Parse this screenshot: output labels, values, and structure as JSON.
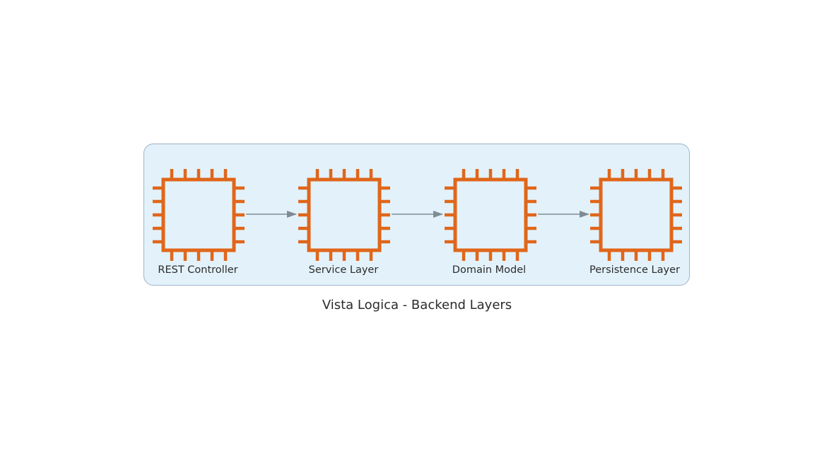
{
  "diagram": {
    "title": "Vista Logica - Backend Layers",
    "colors": {
      "icon_stroke": "#e0661b",
      "cluster_fill": "#e3f2fa",
      "cluster_border": "#9fb3c8",
      "edge": "#7f8c94"
    },
    "nodes": [
      {
        "id": "rest",
        "label": "REST Controller",
        "icon": "chip-icon"
      },
      {
        "id": "service",
        "label": "Service Layer",
        "icon": "chip-icon"
      },
      {
        "id": "domain",
        "label": "Domain Model",
        "icon": "chip-icon"
      },
      {
        "id": "persistence",
        "label": "Persistence Layer",
        "icon": "chip-icon"
      }
    ],
    "edges": [
      {
        "from": "rest",
        "to": "service"
      },
      {
        "from": "service",
        "to": "domain"
      },
      {
        "from": "domain",
        "to": "persistence"
      }
    ]
  }
}
